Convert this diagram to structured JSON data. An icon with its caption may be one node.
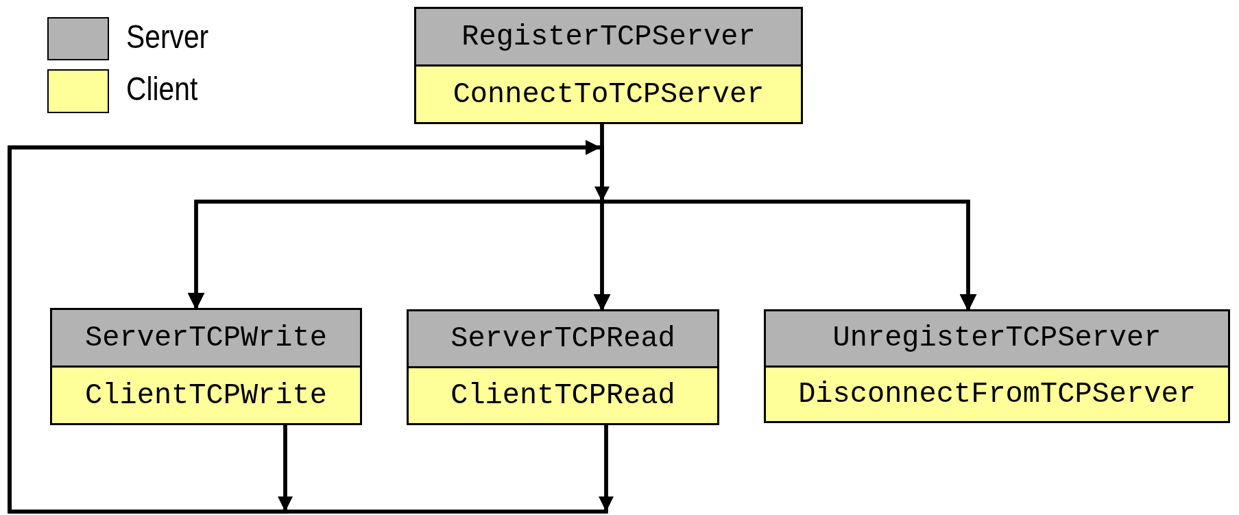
{
  "diagram": {
    "nodes": [
      {
        "text": [
          "RegisterTCPServer",
          "ConnectToTCPServer"
        ]
      },
      {
        "text": [
          "ServerTCPWrite",
          "ClientTCPWrite"
        ]
      },
      {
        "text": [
          "ServerTCPRead",
          "ClientTCPRead"
        ]
      },
      {
        "text": [
          "UnregisterTCPServer",
          "DisconnectFromTCPServer"
        ]
      }
    ],
    "edges": [
      {
        "from": 0,
        "to": 1,
        "arrow": "to"
      },
      {
        "from": 0,
        "to": 2,
        "arrow": "to"
      },
      {
        "from": 0,
        "to": 3,
        "arrow": "to"
      },
      {
        "from": 1,
        "to": 1,
        "arrow": "to"
      },
      {
        "from": 1,
        "to": 2,
        "arrow": "to"
      },
      {
        "from": 1,
        "to": 3,
        "arrow": "to"
      },
      {
        "from": 2,
        "to": 1,
        "arrow": "to"
      },
      {
        "from": 2,
        "to": 2,
        "arrow": "to"
      },
      {
        "from": 2,
        "to": 3,
        "arrow": "to"
      }
    ],
    "legend": [
      {
        "text": "Server",
        "color": "#b3b3b3"
      },
      {
        "text": "Client",
        "color": "#ffff99"
      }
    ]
  }
}
